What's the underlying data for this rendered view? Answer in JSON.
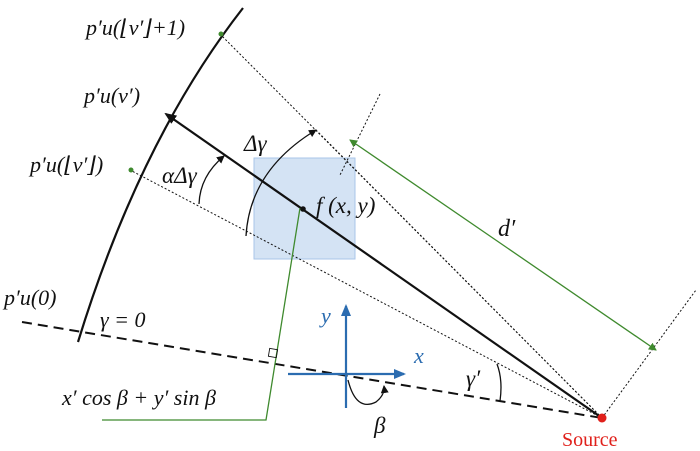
{
  "labels": {
    "pu_floor_plus1": "p′u(⌊v′⌋+1)",
    "pu_v": "p′u(v′)",
    "pu_floor": "p′u(⌊v′⌋)",
    "pu_zero": "p′u(0)",
    "gamma_zero": "γ = 0",
    "delta_gamma": "Δγ",
    "alpha_delta_gamma": "αΔγ",
    "f_xy": "f (x, y)",
    "d_prime": "d′",
    "x_axis": "x",
    "y_axis": "y",
    "gamma_prime": "γ′",
    "beta": "β",
    "projection_expr": "x′ cos β + y′ sin β",
    "source": "Source"
  },
  "colors": {
    "curve": "#111111",
    "axes": "#2b6cb0",
    "pixel_fill": "#c9dcf1",
    "green": "#3f8a2e",
    "source": "#e0201b"
  }
}
